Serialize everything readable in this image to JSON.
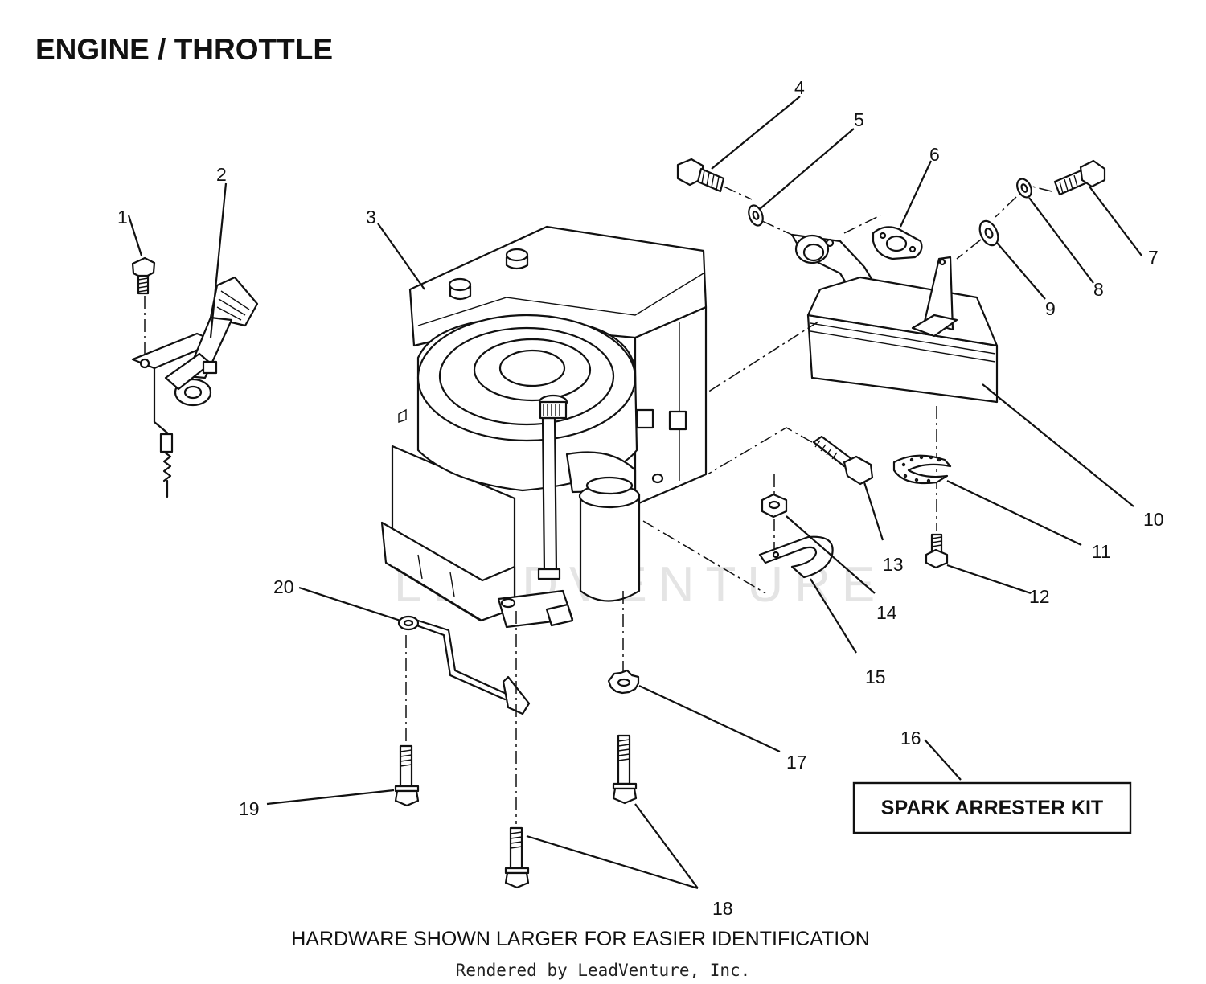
{
  "diagram": {
    "title": "ENGINE / THROTTLE",
    "kit_label": "SPARK ARRESTER KIT",
    "note": "HARDWARE SHOWN LARGER FOR EASIER IDENTIFICATION",
    "credit": "Rendered by LeadVenture, Inc.",
    "watermark": "LEADVENTURE",
    "callouts": [
      "1",
      "2",
      "3",
      "4",
      "5",
      "6",
      "7",
      "8",
      "9",
      "10",
      "11",
      "12",
      "13",
      "14",
      "15",
      "16",
      "17",
      "18",
      "19",
      "20"
    ]
  }
}
